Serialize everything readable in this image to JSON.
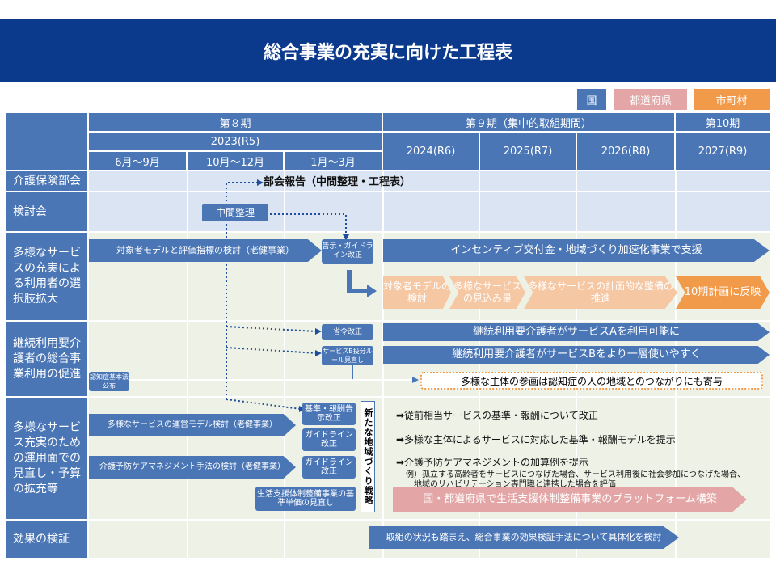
{
  "title": "総合事業の充実に向けた工程表",
  "legend": {
    "kuni": "国",
    "todofuken": "都道府県",
    "shichoson": "市町村",
    "colors": {
      "kuni": "#4a76b6",
      "todofuken": "#e3a5a5",
      "shichoson": "#f19a4a"
    }
  },
  "header": {
    "period8": "第８期",
    "period9": "第９期（集中的取組期間）",
    "period10": "第10期",
    "y2023": "2023(R5)",
    "y2024": "2024(R6)",
    "y2025": "2025(R7)",
    "y2026": "2026(R8)",
    "y2027": "2027(R9)",
    "m1": "6月～9月",
    "m2": "10月～12月",
    "m3": "1月～3月"
  },
  "rows": {
    "r1": "介護保険部会",
    "r2": "検討会",
    "r3": "多様なサービスの充実による利用者の選択肢拡大",
    "r4": "継続利用要介護者の総合事業利用の促進",
    "r5": "多様なサービス充実のための運用面での見直し・予算の拡充等",
    "r6": "効果の検証"
  },
  "items": {
    "bukai": "部会報告（中間整理・工程表）",
    "chukan": "中間整理",
    "taisho_model": "対象者モデルと評価指標の検討（老健事業）",
    "kokuji_guide": "告示・ガイドライン改正",
    "incentive": "インセンティブ交付金・地域づくり加速化事業で支援",
    "s1": "対象者モデルの検討",
    "s2": "多様なサービスの見込み量",
    "s3": "多様なサービスの計画的な整備の推進",
    "s4": "10期計画に反映",
    "shorei": "省令改正",
    "keizoku_a": "継続利用要介護者がサービスAを利用可能に",
    "service_b": "サービスB投分ルール見直し",
    "keizoku_b": "継続利用要介護者がサービスBをより一層使いやすく",
    "ninchisho_kihon": "認知症基本法公布",
    "tayo_shutai": "多様な主体の参画は認知症の人の地域とのつながりにも寄与",
    "kijun_hoshu": "基準・報酬告示改正",
    "unei_model": "多様なサービスの運営モデル検討（老健事業）",
    "guide1": "ガイドライン改正",
    "careplan": "介護予防ケアマネジメント手法の検討（老健事業）",
    "guide2": "ガイドライン改正",
    "seikatsu": "生活支援体制整備事業の基準単価の見直し",
    "senryaku": "新たな地域づくり戦略",
    "n1": "➡従前相当サービスの基準・報酬について改正",
    "n2": "➡多様な主体によるサービスに対応した基準・報酬モデルを提示",
    "n3": "➡介護予防ケアマネジメントの加算例を提示",
    "n3a": "例）孤立する高齢者をサービスにつなげた場合、サービス利用後に社会参加につなげた場合、",
    "n3b": "地域のリハビリテーション専門職と連携した場合を評価",
    "platform": "国・都道府県で生活支援体制整備事業のプラットフォーム構築",
    "koka": "取組の状況も踏まえ、総合事業の効果検証手法について具体化を検討"
  }
}
